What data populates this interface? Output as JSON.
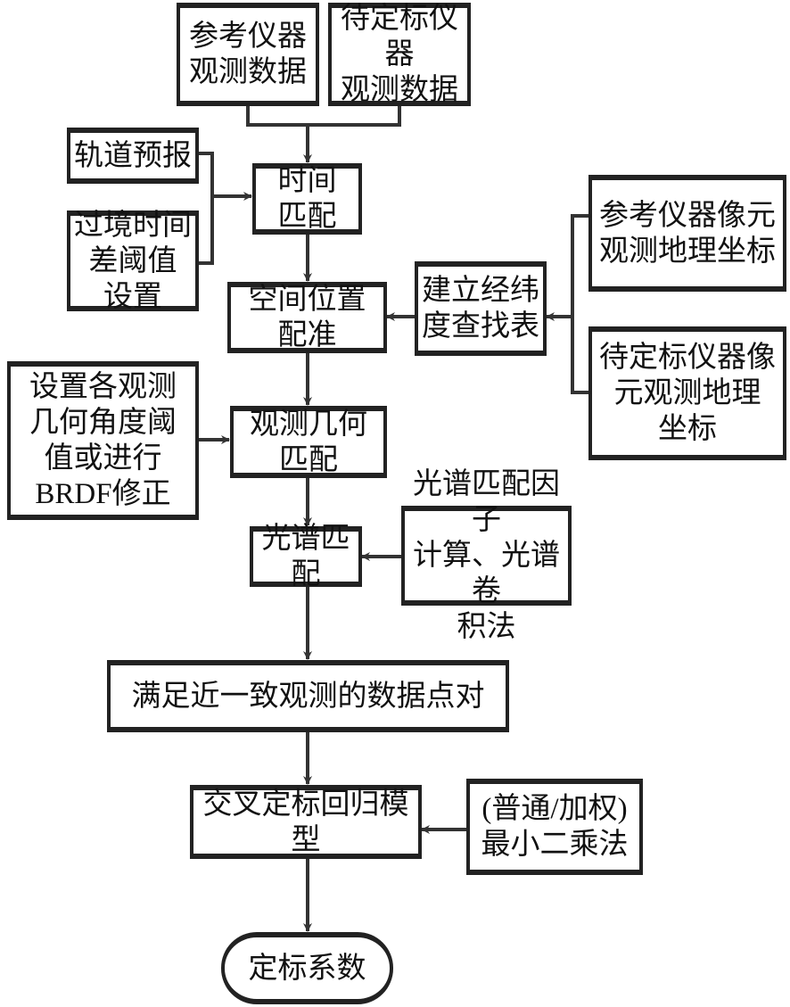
{
  "nodes": {
    "ref_data": "参考仪器\n观测数据",
    "cal_data": "待定标仪器\n观测数据",
    "orbit": "轨道预报",
    "transit": "过境时间\n差阈值\n设置",
    "time_match": "时间\n匹配",
    "spatial": "空间位置\n配准",
    "lookup": "建立经纬\n度查找表",
    "ref_geo": "参考仪器像元\n观测地理坐标",
    "cal_geo": "待定标仪器像\n元观测地理\n坐标",
    "geometry_match": "观测几何\n匹配",
    "angle": "设置各观测\n几何角度阈\n值或进行\nBRDF修正",
    "spectral_match": "光谱匹配",
    "spectral_factor": "光谱匹配因子\n计算、光谱卷\n积法",
    "pairs": "满足近一致观测的数据点对",
    "regression": "交叉定标回归模型",
    "lsq": "(普通/加权)\n最小二乘法",
    "coeff": "定标系数"
  }
}
